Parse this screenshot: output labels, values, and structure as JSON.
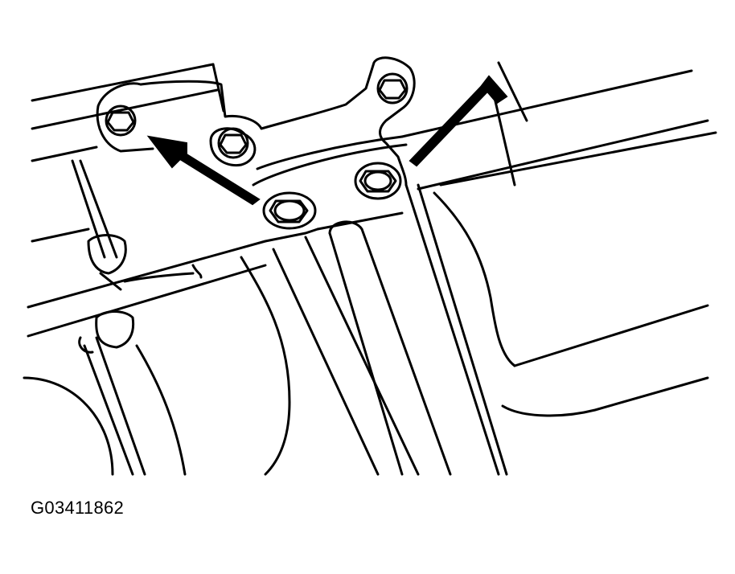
{
  "figure": {
    "code": "G03411862",
    "ink_color": "#000000",
    "background_color": "#ffffff"
  },
  "callouts": [
    {
      "label": "",
      "icon": "arrow-icon",
      "points_to": "center-bolt"
    },
    {
      "label": "",
      "icon": "arrow-icon",
      "points_to": "right-bolt"
    }
  ]
}
